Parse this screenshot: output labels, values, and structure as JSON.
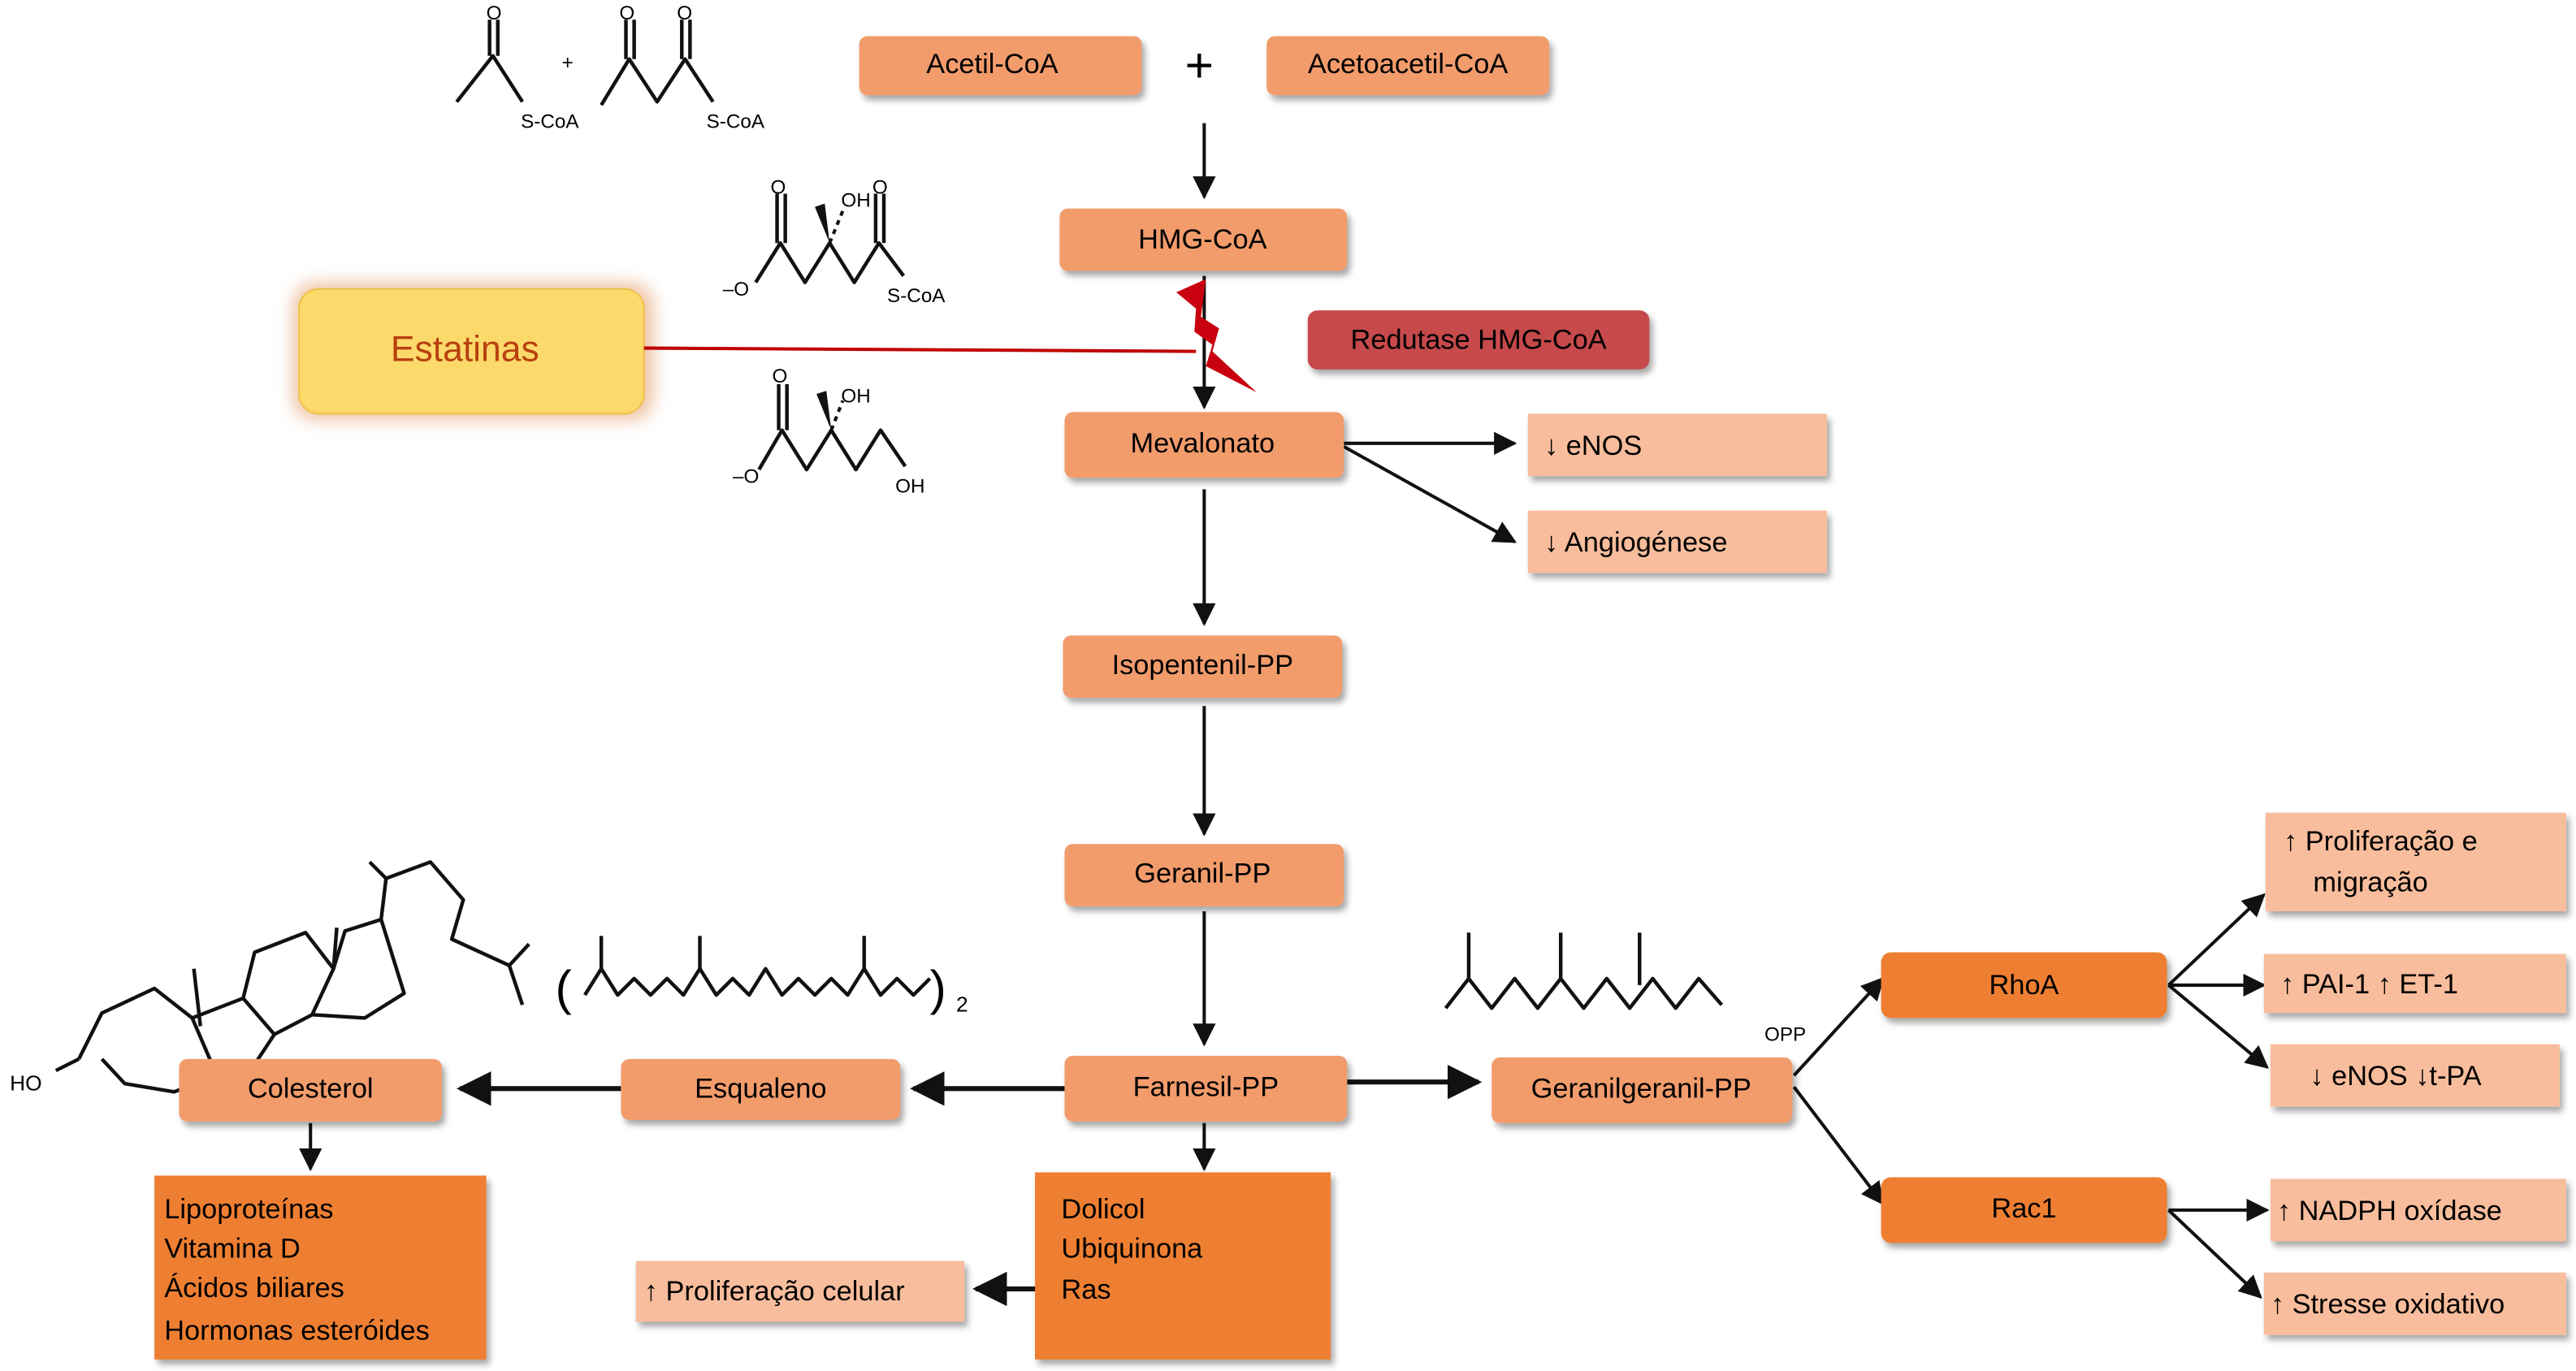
{
  "colors": {
    "metabolite_box": "#f29c6c",
    "effect_box": "#f8bd9c",
    "product_box": "#ee7f33",
    "gtpase_box": "#ee7f33",
    "enzyme_box": "#c64a4b",
    "statin_box": "#fbd96a",
    "statin_text": "#b8400f",
    "inhibition_line": "#c00000"
  },
  "pathway": {
    "acetyl_coa": "Acetil-CoA",
    "plus_sign": "+",
    "acetoacetyl_coa": "Acetoacetil-CoA",
    "hmg_coa": "HMG-CoA",
    "hmg_coa_reductase": "Redutase HMG-CoA",
    "statins": "Estatinas",
    "mevalonate": "Mevalonato",
    "isopentenyl_pp": "Isopentenil-PP",
    "geranyl_pp": "Geranil-PP",
    "farnesyl_pp": "Farnesil-PP",
    "squalene": "Esqualeno",
    "cholesterol": "Colesterol",
    "geranylgeranyl_pp": "Geranilgeranil-PP",
    "rhoa": "RhoA",
    "rac1": "Rac1"
  },
  "cholesterol_products": [
    "Lipoproteínas",
    "Vitamina D",
    "Ácidos biliares",
    "Hormonas esteróides"
  ],
  "farnesyl_products": [
    "Dolicol",
    "Ubiquinona",
    "Ras"
  ],
  "effects": {
    "mevalonate": [
      "↓ eNOS",
      "↓ Angiogénese"
    ],
    "ras": "↑ Proliferação celular",
    "rhoa": [
      [
        "↑ Proliferação e",
        "migração"
      ],
      [
        "↑ PAI-1 ↑ ET-1"
      ],
      [
        "↓ eNOS ↓t-PA"
      ]
    ],
    "rac1": [
      "↑ NADPH oxídase",
      "↑ Stresse oxidativo"
    ]
  },
  "chem_labels": {
    "oxygen": "O",
    "scoa": "S-CoA",
    "plus": "+",
    "hydroxyl": "OH",
    "carboxylate": "–O",
    "ho": "HO",
    "opp": "OPP",
    "subscript_2": "2",
    "paren_open": "(",
    "paren_close": ")"
  }
}
